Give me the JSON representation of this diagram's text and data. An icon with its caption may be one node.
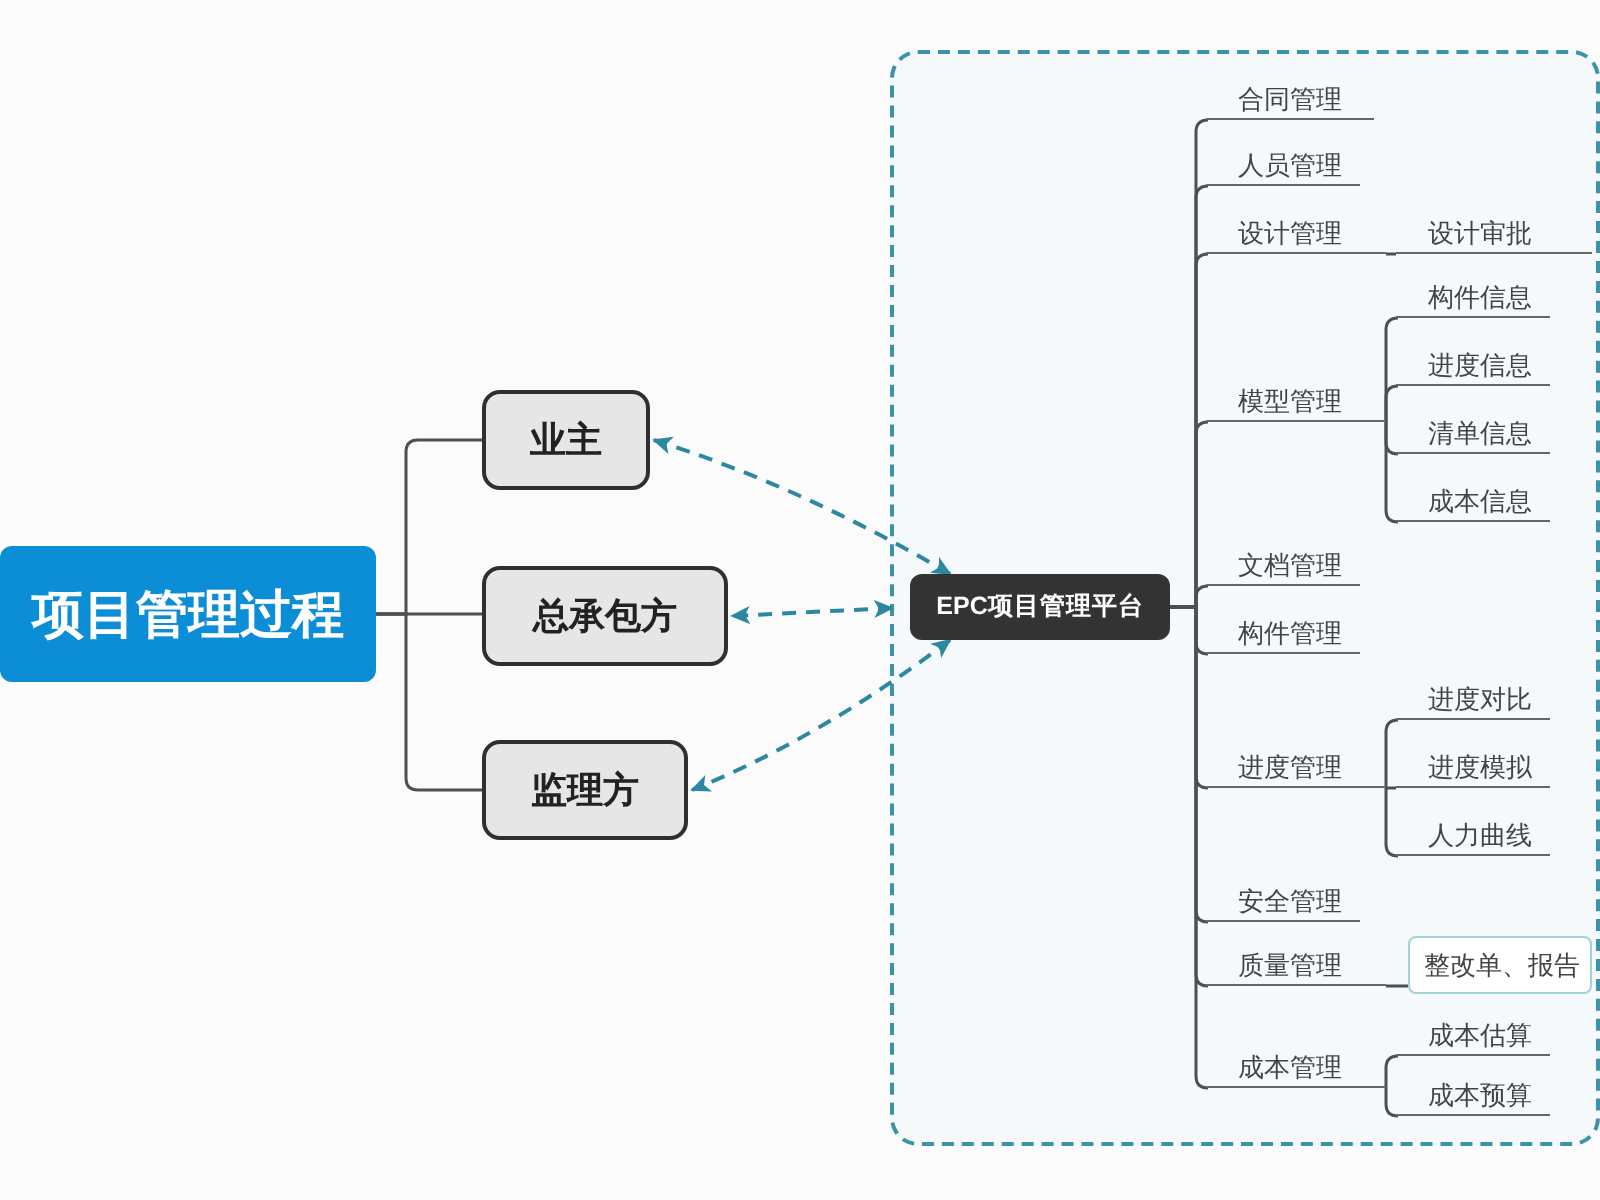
{
  "diagram": {
    "nodes": [
      {
        "text": [
          "项目管理过程"
        ]
      },
      {
        "text": [
          "业主"
        ]
      },
      {
        "text": [
          "总承包方"
        ]
      },
      {
        "text": [
          "监理方"
        ]
      },
      {
        "text": [],
        "shape": "box"
      },
      {
        "text": [
          "EPC项目管理平台"
        ],
        "in": 4
      },
      {
        "text": [
          "合同管理"
        ],
        "in": 4
      },
      {
        "text": [
          "人员管理"
        ],
        "in": 4
      },
      {
        "text": [
          "设计管理"
        ],
        "in": 4
      },
      {
        "text": [
          "设计审批"
        ],
        "in": 4
      },
      {
        "text": [
          "模型管理"
        ],
        "in": 4
      },
      {
        "text": [
          "构件信息"
        ],
        "in": 4
      },
      {
        "text": [
          "进度信息"
        ],
        "in": 4
      },
      {
        "text": [
          "清单信息"
        ],
        "in": 4
      },
      {
        "text": [
          "成本信息"
        ],
        "in": 4
      },
      {
        "text": [
          "文档管理"
        ],
        "in": 4
      },
      {
        "text": [
          "构件管理"
        ],
        "in": 4
      },
      {
        "text": [
          "进度管理"
        ],
        "in": 4
      },
      {
        "text": [
          "进度对比"
        ],
        "in": 4
      },
      {
        "text": [
          "进度模拟"
        ],
        "in": 4
      },
      {
        "text": [
          "人力曲线"
        ],
        "in": 4
      },
      {
        "text": [
          "安全管理"
        ],
        "in": 4
      },
      {
        "text": [
          "质量管理"
        ],
        "in": 4
      },
      {
        "text": [
          "整改单、报告"
        ],
        "in": 4
      },
      {
        "text": [
          "成本管理"
        ],
        "in": 4
      },
      {
        "text": [
          "成本估算"
        ],
        "in": 4
      },
      {
        "text": [
          "成本预算"
        ],
        "in": 4
      }
    ],
    "edges": [
      {
        "from": 0,
        "to": 1,
        "arrow": "none"
      },
      {
        "from": 0,
        "to": 2,
        "arrow": "none"
      },
      {
        "from": 0,
        "to": 3,
        "arrow": "none"
      },
      {
        "from": 5,
        "to": 1,
        "arrow": "both",
        "style": "dashed",
        "color": "#2b88a0"
      },
      {
        "from": 4,
        "to": 2,
        "arrow": "both",
        "style": "dashed",
        "color": "#2b88a0"
      },
      {
        "from": 5,
        "to": 3,
        "arrow": "both",
        "style": "dashed",
        "color": "#2b88a0"
      },
      {
        "from": 5,
        "to": 6,
        "arrow": "none"
      },
      {
        "from": 5,
        "to": 7,
        "arrow": "none"
      },
      {
        "from": 5,
        "to": 8,
        "arrow": "none"
      },
      {
        "from": 5,
        "to": 10,
        "arrow": "none"
      },
      {
        "from": 5,
        "to": 15,
        "arrow": "none"
      },
      {
        "from": 5,
        "to": 16,
        "arrow": "none"
      },
      {
        "from": 5,
        "to": 17,
        "arrow": "none"
      },
      {
        "from": 5,
        "to": 21,
        "arrow": "none"
      },
      {
        "from": 5,
        "to": 22,
        "arrow": "none"
      },
      {
        "from": 5,
        "to": 24,
        "arrow": "none"
      },
      {
        "from": 8,
        "to": 9,
        "arrow": "none"
      },
      {
        "from": 10,
        "to": 11,
        "arrow": "none"
      },
      {
        "from": 10,
        "to": 12,
        "arrow": "none"
      },
      {
        "from": 10,
        "to": 13,
        "arrow": "none"
      },
      {
        "from": 10,
        "to": 14,
        "arrow": "none"
      },
      {
        "from": 17,
        "to": 18,
        "arrow": "none"
      },
      {
        "from": 17,
        "to": 19,
        "arrow": "none"
      },
      {
        "from": 17,
        "to": 20,
        "arrow": "none"
      },
      {
        "from": 22,
        "to": 23,
        "arrow": "none"
      },
      {
        "from": 24,
        "to": 25,
        "arrow": "none"
      },
      {
        "from": 24,
        "to": 26,
        "arrow": "none"
      }
    ]
  }
}
